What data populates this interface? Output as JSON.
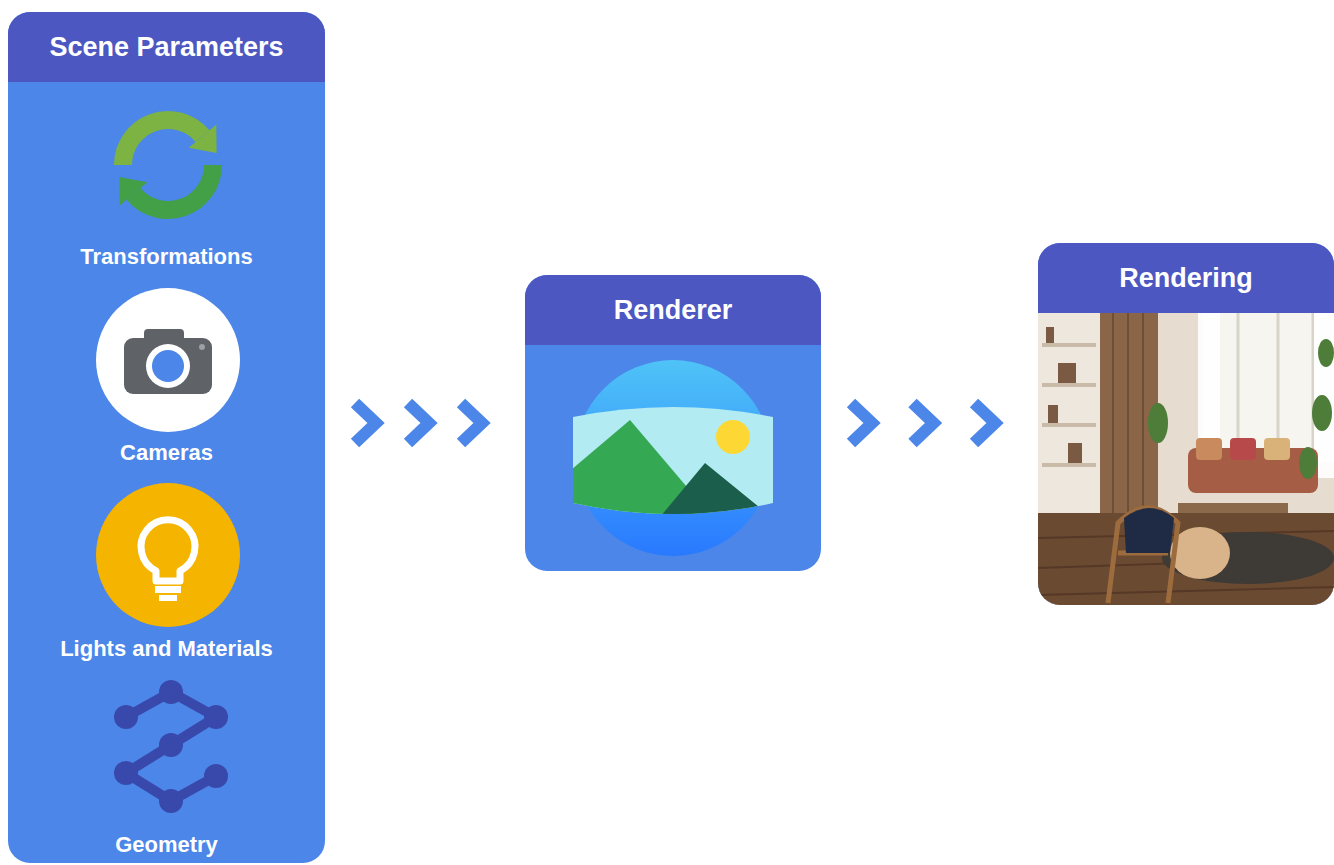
{
  "diagram": {
    "nodes": [
      {
        "text": [
          "Scene Parameters"
        ]
      },
      {
        "text": [
          "Transformations"
        ],
        "in": 0
      },
      {
        "text": [
          "Cameras"
        ],
        "in": 0
      },
      {
        "text": [
          "Lights and Materials"
        ],
        "in": 0
      },
      {
        "text": [
          "Geometry"
        ],
        "in": 0
      },
      {
        "text": [
          "Renderer"
        ]
      },
      {
        "text": [
          "Rendering"
        ]
      }
    ],
    "edges": [
      {
        "from": 0,
        "to": 5,
        "arrow": "to"
      },
      {
        "from": 5,
        "to": 6,
        "arrow": "to"
      }
    ]
  }
}
